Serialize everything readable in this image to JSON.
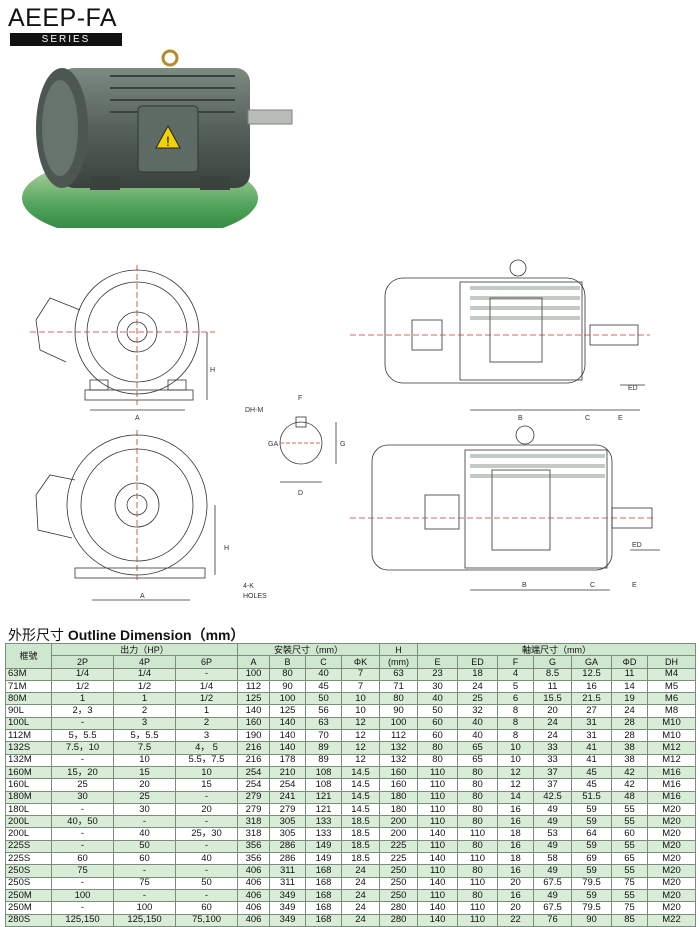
{
  "header": {
    "title": "AEEP-FA",
    "series": "SERIES"
  },
  "drawing_labels": {
    "h": "H",
    "a": "A",
    "b": "B",
    "c": "C",
    "e": "E",
    "ed": "ED",
    "f": "F",
    "g": "G",
    "ga": "GA",
    "d": "D",
    "dhm": "DH-M",
    "holes1": "4-K",
    "holes2": "HOLES"
  },
  "dimension_title": {
    "cn": "外形尺寸",
    "en": "Outline Dimension（mm）"
  },
  "table": {
    "group_headers": {
      "frame": "框號",
      "output": "出力（HP）",
      "mount": "安裝尺寸（mm）",
      "h": "H",
      "h_unit": "(mm)",
      "shaft": "軸端尺寸（mm）"
    },
    "columns": [
      "2P",
      "4P",
      "6P",
      "A",
      "B",
      "C",
      "ΦK",
      "E",
      "ED",
      "F",
      "G",
      "GA",
      "ΦD",
      "DH"
    ],
    "rows": [
      [
        "63M",
        "1/4",
        "1/4",
        "-",
        "100",
        "80",
        "40",
        "7",
        "63",
        "23",
        "18",
        "4",
        "8.5",
        "12.5",
        "11",
        "M4"
      ],
      [
        "71M",
        "1/2",
        "1/2",
        "1/4",
        "112",
        "90",
        "45",
        "7",
        "71",
        "30",
        "24",
        "5",
        "11",
        "16",
        "14",
        "M5"
      ],
      [
        "80M",
        "1",
        "1",
        "1/2",
        "125",
        "100",
        "50",
        "10",
        "80",
        "40",
        "25",
        "6",
        "15.5",
        "21.5",
        "19",
        "M6"
      ],
      [
        "90L",
        "2，3",
        "2",
        "1",
        "140",
        "125",
        "56",
        "10",
        "90",
        "50",
        "32",
        "8",
        "20",
        "27",
        "24",
        "M8"
      ],
      [
        "100L",
        "-",
        "3",
        "2",
        "160",
        "140",
        "63",
        "12",
        "100",
        "60",
        "40",
        "8",
        "24",
        "31",
        "28",
        "M10"
      ],
      [
        "112M",
        "5，5.5",
        "5，5.5",
        "3",
        "190",
        "140",
        "70",
        "12",
        "112",
        "60",
        "40",
        "8",
        "24",
        "31",
        "28",
        "M10"
      ],
      [
        "132S",
        "7.5，10",
        "7.5",
        "4， 5",
        "216",
        "140",
        "89",
        "12",
        "132",
        "80",
        "65",
        "10",
        "33",
        "41",
        "38",
        "M12"
      ],
      [
        "132M",
        "-",
        "10",
        "5.5，7.5",
        "216",
        "178",
        "89",
        "12",
        "132",
        "80",
        "65",
        "10",
        "33",
        "41",
        "38",
        "M12"
      ],
      [
        "160M",
        "15，20",
        "15",
        "10",
        "254",
        "210",
        "108",
        "14.5",
        "160",
        "110",
        "80",
        "12",
        "37",
        "45",
        "42",
        "M16"
      ],
      [
        "160L",
        "25",
        "20",
        "15",
        "254",
        "254",
        "108",
        "14.5",
        "160",
        "110",
        "80",
        "12",
        "37",
        "45",
        "42",
        "M16"
      ],
      [
        "180M",
        "30",
        "25",
        "-",
        "279",
        "241",
        "121",
        "14.5",
        "180",
        "110",
        "80",
        "14",
        "42.5",
        "51.5",
        "48",
        "M16"
      ],
      [
        "180L",
        "-",
        "30",
        "20",
        "279",
        "279",
        "121",
        "14.5",
        "180",
        "110",
        "80",
        "16",
        "49",
        "59",
        "55",
        "M20"
      ],
      [
        "200L",
        "40，50",
        "-",
        "-",
        "318",
        "305",
        "133",
        "18.5",
        "200",
        "110",
        "80",
        "16",
        "49",
        "59",
        "55",
        "M20"
      ],
      [
        "200L",
        "-",
        "40",
        "25，30",
        "318",
        "305",
        "133",
        "18.5",
        "200",
        "140",
        "110",
        "18",
        "53",
        "64",
        "60",
        "M20"
      ],
      [
        "225S",
        "-",
        "50",
        "-",
        "356",
        "286",
        "149",
        "18.5",
        "225",
        "110",
        "80",
        "16",
        "49",
        "59",
        "55",
        "M20"
      ],
      [
        "225S",
        "60",
        "60",
        "40",
        "356",
        "286",
        "149",
        "18.5",
        "225",
        "140",
        "110",
        "18",
        "58",
        "69",
        "65",
        "M20"
      ],
      [
        "250S",
        "75",
        "-",
        "-",
        "406",
        "311",
        "168",
        "24",
        "250",
        "110",
        "80",
        "16",
        "49",
        "59",
        "55",
        "M20"
      ],
      [
        "250S",
        "-",
        "75",
        "50",
        "406",
        "311",
        "168",
        "24",
        "250",
        "140",
        "110",
        "20",
        "67.5",
        "79.5",
        "75",
        "M20"
      ],
      [
        "250M",
        "100",
        "-",
        "-",
        "406",
        "349",
        "168",
        "24",
        "250",
        "110",
        "80",
        "16",
        "49",
        "59",
        "55",
        "M20"
      ],
      [
        "250M",
        "-",
        "100",
        "60",
        "406",
        "349",
        "168",
        "24",
        "280",
        "140",
        "110",
        "20",
        "67.5",
        "79.5",
        "75",
        "M20"
      ],
      [
        "280S",
        "125,150",
        "125,150",
        "75,100",
        "406",
        "349",
        "168",
        "24",
        "280",
        "140",
        "110",
        "22",
        "76",
        "90",
        "85",
        "M22"
      ]
    ]
  }
}
